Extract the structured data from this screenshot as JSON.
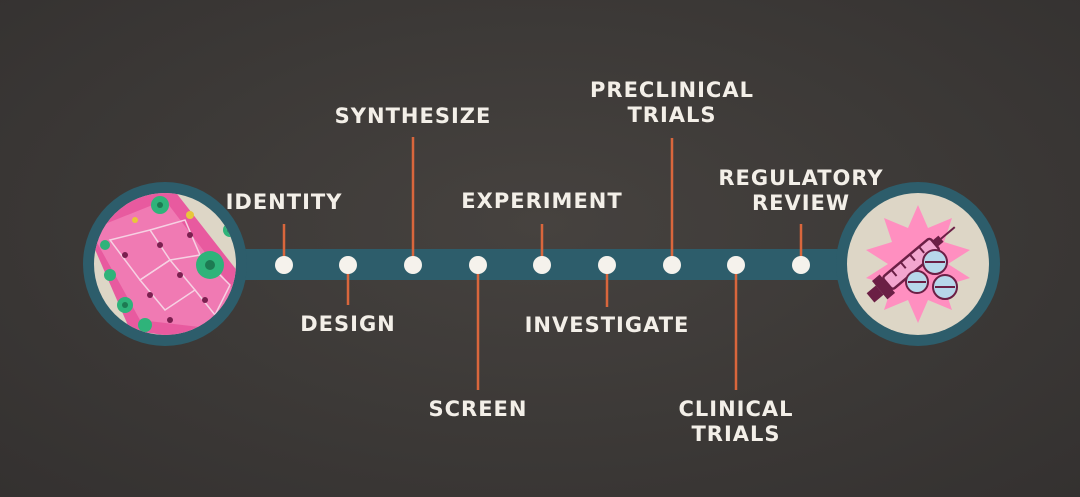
{
  "colors": {
    "background": "#3d3a38",
    "track": "#2d5d6b",
    "node": "#f5f2ec",
    "connector": "#d9663c",
    "text": "#f3efe8",
    "accent_pink": "#e85a9f",
    "accent_green": "#2fb37a"
  },
  "start_icon": "cell-tissue-icon",
  "end_icon": "syringe-pills-icon",
  "steps": [
    {
      "label_lines": [
        "IDENTITY"
      ],
      "side": "above"
    },
    {
      "label_lines": [
        "DESIGN"
      ],
      "side": "below"
    },
    {
      "label_lines": [
        "SYNTHESIZE"
      ],
      "side": "above"
    },
    {
      "label_lines": [
        "SCREEN"
      ],
      "side": "below"
    },
    {
      "label_lines": [
        "EXPERIMENT"
      ],
      "side": "above"
    },
    {
      "label_lines": [
        "INVESTIGATE"
      ],
      "side": "below"
    },
    {
      "label_lines": [
        "PRECLINICAL",
        "TRIALS"
      ],
      "side": "above"
    },
    {
      "label_lines": [
        "CLINICAL",
        "TRIALS"
      ],
      "side": "below"
    },
    {
      "label_lines": [
        "REGULATORY",
        "REVIEW"
      ],
      "side": "above"
    }
  ]
}
